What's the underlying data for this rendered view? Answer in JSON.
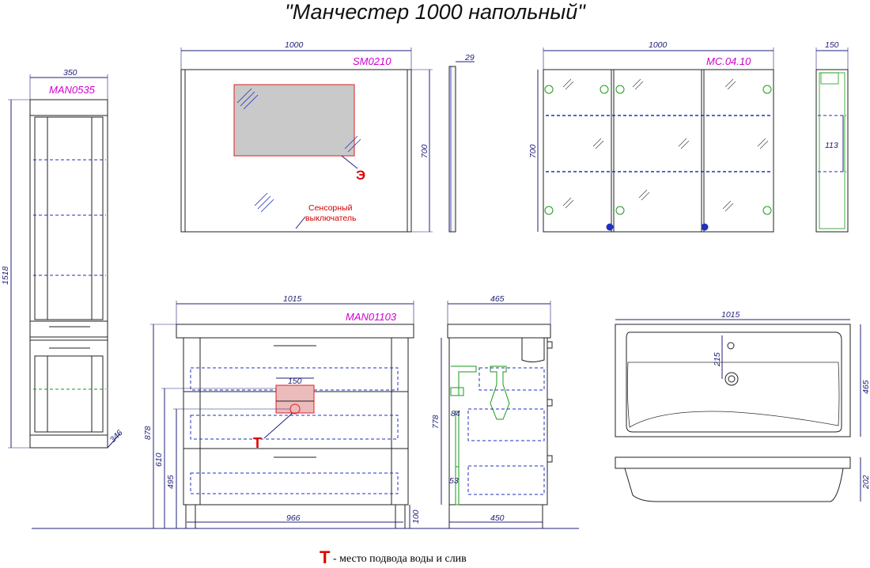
{
  "title": "\"Манчестер 1000 напольный\"",
  "column": {
    "code": "MAN0535",
    "width": "350",
    "height": "1518",
    "depth": "346"
  },
  "mirror": {
    "code": "SM0210",
    "width": "1000",
    "height": "700",
    "depth": "29",
    "marker": "Э",
    "note_line1": "Сенсорный",
    "note_line2": "выключатель"
  },
  "cabinet": {
    "code": "MC.04.10",
    "width": "1000",
    "height": "700",
    "depth": "150",
    "shelf_gap": "113"
  },
  "vanity": {
    "code": "MAN01103",
    "width": "1015",
    "height": "878",
    "inner_width": "966",
    "leg": "100",
    "hole_width": "150",
    "pipe_h1": "610",
    "pipe_h2": "495",
    "marker": "Т"
  },
  "vanity_side": {
    "depth": "465",
    "height": "778",
    "offset1": "84",
    "offset2": "53",
    "inner_depth": "450"
  },
  "sink": {
    "width": "1015",
    "depth": "465",
    "hole_offset": "215",
    "height": "202"
  },
  "legend": {
    "marker": "Т",
    "text": "- место подвода воды и слив"
  },
  "colors": {
    "dimension": "#20207a",
    "code": "#d000d0",
    "marker": "#e00000",
    "dashed": "#2030c0",
    "plumbing": "#1a9a1a"
  }
}
